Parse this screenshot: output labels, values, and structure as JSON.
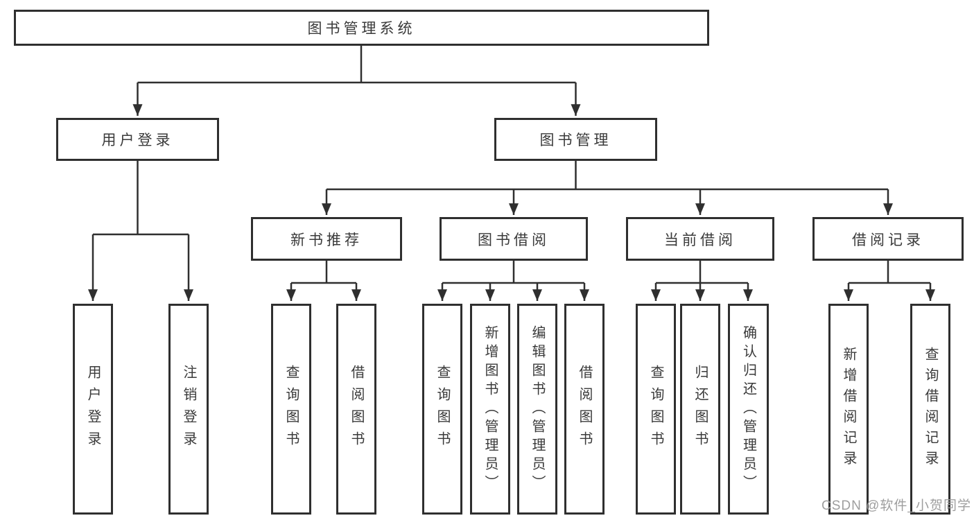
{
  "tree": {
    "label": "图书管理系统",
    "children": [
      {
        "label": "用户登录",
        "children": [
          {
            "label": "用户登录"
          },
          {
            "label": "注销登录"
          }
        ]
      },
      {
        "label": "图书管理",
        "children": [
          {
            "label": "新书推荐",
            "children": [
              {
                "label": "查询图书"
              },
              {
                "label": "借阅图书"
              }
            ]
          },
          {
            "label": "图书借阅",
            "children": [
              {
                "label": "查询图书"
              },
              {
                "label": "新增图书（管理员）"
              },
              {
                "label": "编辑图书（管理员）"
              },
              {
                "label": "借阅图书"
              }
            ]
          },
          {
            "label": "当前借阅",
            "children": [
              {
                "label": "查询图书"
              },
              {
                "label": "归还图书"
              },
              {
                "label": "确认归还（管理员）"
              }
            ]
          },
          {
            "label": "借阅记录",
            "children": [
              {
                "label": "新增借阅记录"
              },
              {
                "label": "查询借阅记录"
              }
            ]
          }
        ]
      }
    ]
  },
  "watermark": "CSDN @软件_小贺同学",
  "colors": {
    "background": "#ffffff",
    "box_border": "#2f2f2f",
    "line": "#2f2f2f",
    "text": "#3a3a3a",
    "watermark": "#9e9e9e"
  }
}
